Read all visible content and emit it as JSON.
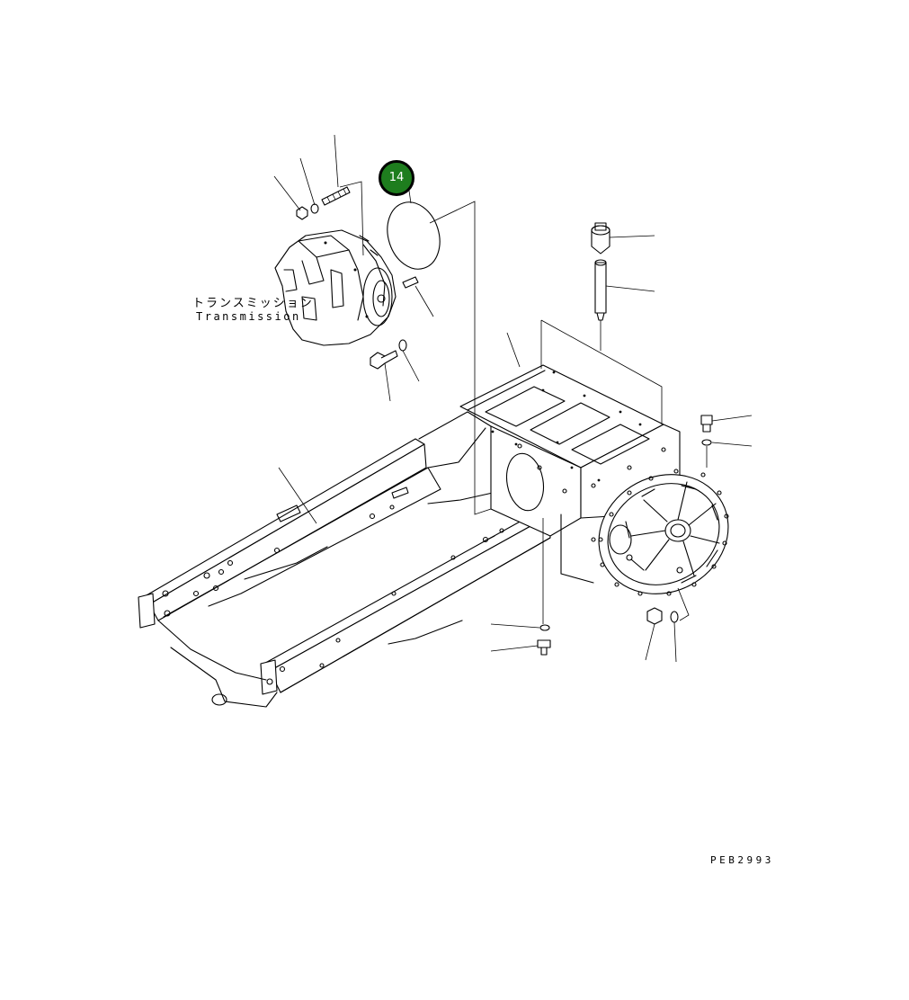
{
  "component": {
    "name_jp": "トランスミッション",
    "name_en": "Transmission"
  },
  "callouts": [
    {
      "number": "14",
      "color": "#1e7d1e"
    }
  ],
  "drawing_code": "PEB2993"
}
